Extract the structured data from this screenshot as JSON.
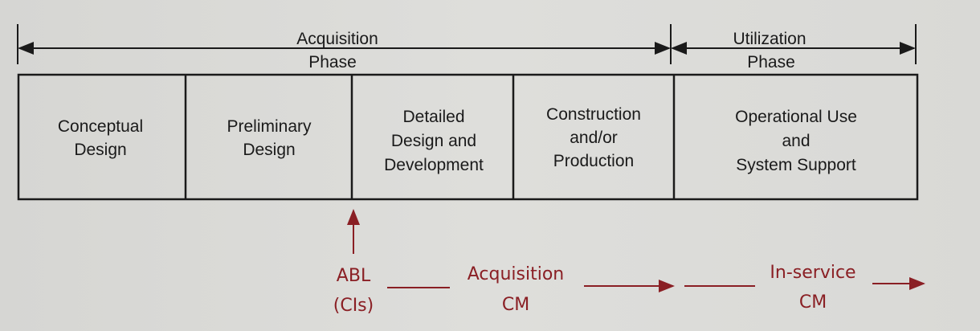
{
  "phases": {
    "acquisition": {
      "line1": "Acquisition",
      "line2": "Phase"
    },
    "utilization": {
      "line1": "Utilization",
      "line2": "Phase"
    }
  },
  "stages": [
    {
      "lines": [
        "Conceptual",
        "Design"
      ]
    },
    {
      "lines": [
        "Preliminary",
        "Design"
      ]
    },
    {
      "lines": [
        "Detailed",
        "Design and",
        "Development"
      ]
    },
    {
      "lines": [
        "Construction",
        "and/or",
        "Production"
      ]
    },
    {
      "lines": [
        "Operational Use",
        "and",
        "System Support"
      ]
    }
  ],
  "annotations": {
    "abl": {
      "line1": "ABL",
      "line2": "(CIs)"
    },
    "acquisition_cm": {
      "line1": "Acquisition",
      "line2": "CM"
    },
    "inservice_cm": {
      "line1": "In-service",
      "line2": "CM"
    }
  },
  "colors": {
    "ink": "#1a1a1a",
    "accent": "#8a1f24"
  }
}
